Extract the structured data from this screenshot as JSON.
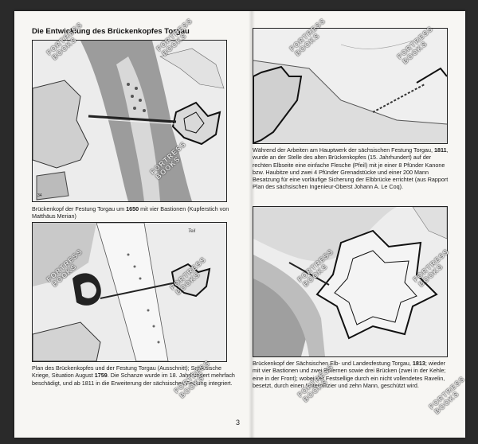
{
  "heading": "Die Entwicklung des Brückenkopfes Torgau",
  "captions": {
    "fig1": [
      "Brückenkopf der Festung Torgau um ",
      "1650",
      " mit vier Bastionen (Kupferstich von Matthäus Merian)"
    ],
    "fig2": [
      "Während der Arbeiten am Hauptwerk der sächsischen Festung Torgau, ",
      "1811",
      ", wurde an der Stelle des alten Brückenkopfes (15. Jahrhundert) auf der rechten Elbseite eine einfache Flesche (Pfeil) mit je einer 8 Pfünder Kanone bzw. Haubitze und zwei 4 Pfünder Grenadstücke und einer 200 Mann Besatzung für eine vorläufige Sicherung der Elbbrücke errichtet (aus Rapport Plan des sächsischen Ingenieur-Oberst Johann A. Le Coq)."
    ],
    "fig3": [
      "Plan des Brückenkopfes und der Festung Torgau (Ausschnitt); Schlesische Kriege, Situation August ",
      "1759",
      ". Die Schanze wurde im 18. Jahrhundert mehrfach beschädigt, und ab 1811 in die Erweiterung der sächsischen Festung integriert."
    ],
    "fig4": [
      "Brückenkopf der Sächsischen Elb- und Landesfestung Torgau, ",
      "1813",
      "; wieder mit vier Bastionen und zwei Poternen sowie drei Brücken (zwei in der Kehle; eine in der Front); wobei der Festsellige durch ein nicht vollendetes Ravelin, besetzt, durch einen Unteroffizier und zehn Mann, geschützt wird."
    ]
  },
  "map_labels": {
    "fig1_margin": "34",
    "fig3_label": "Teil"
  },
  "watermark": "FORTRESS BOOKS",
  "page_number": "3"
}
